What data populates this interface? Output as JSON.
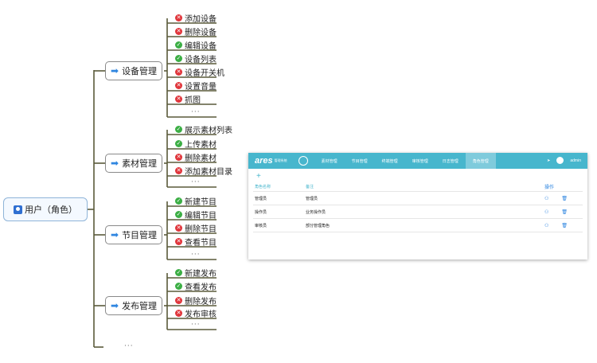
{
  "tree": {
    "root": "用户（角色）",
    "branches": [
      {
        "label": "设备管理",
        "items": [
          {
            "label": "添加设备",
            "status": "no"
          },
          {
            "label": "删除设备",
            "status": "no"
          },
          {
            "label": "编辑设备",
            "status": "ok"
          },
          {
            "label": "设备列表",
            "status": "ok"
          },
          {
            "label": "设备开关机",
            "status": "no"
          },
          {
            "label": "设置音量",
            "status": "no"
          },
          {
            "label": "抓图",
            "status": "no"
          }
        ]
      },
      {
        "label": "素材管理",
        "items": [
          {
            "label": "展示素材列表",
            "status": "ok"
          },
          {
            "label": "上传素材",
            "status": "ok"
          },
          {
            "label": "删除素材",
            "status": "no"
          },
          {
            "label": "添加素材目录",
            "status": "no"
          }
        ]
      },
      {
        "label": "节目管理",
        "items": [
          {
            "label": "新建节目",
            "status": "ok"
          },
          {
            "label": "编辑节目",
            "status": "ok"
          },
          {
            "label": "删除节目",
            "status": "no"
          },
          {
            "label": "查看节目",
            "status": "no"
          }
        ]
      },
      {
        "label": "发布管理",
        "items": [
          {
            "label": "新建发布",
            "status": "ok"
          },
          {
            "label": "查看发布",
            "status": "ok"
          },
          {
            "label": "删除发布",
            "status": "no"
          },
          {
            "label": "发布审核",
            "status": "no"
          }
        ]
      }
    ],
    "ellipsis": "···",
    "root_ellipsis": "···"
  },
  "app": {
    "logo": "ares",
    "system": "管理系统",
    "nav": [
      "素材管理",
      "节目管理",
      "终端管理",
      "审核管理",
      "日志管理",
      "角色管理"
    ],
    "active_nav": "角色管理",
    "user": "admin",
    "add": "+",
    "headers": {
      "name": "角色名称",
      "remark": "备注",
      "ops": "操作"
    },
    "rows": [
      {
        "name": "管理员",
        "remark": "管理员"
      },
      {
        "name": "操作员",
        "remark": "业务操作员"
      },
      {
        "name": "审核员",
        "remark": "部分管理角色"
      }
    ]
  }
}
